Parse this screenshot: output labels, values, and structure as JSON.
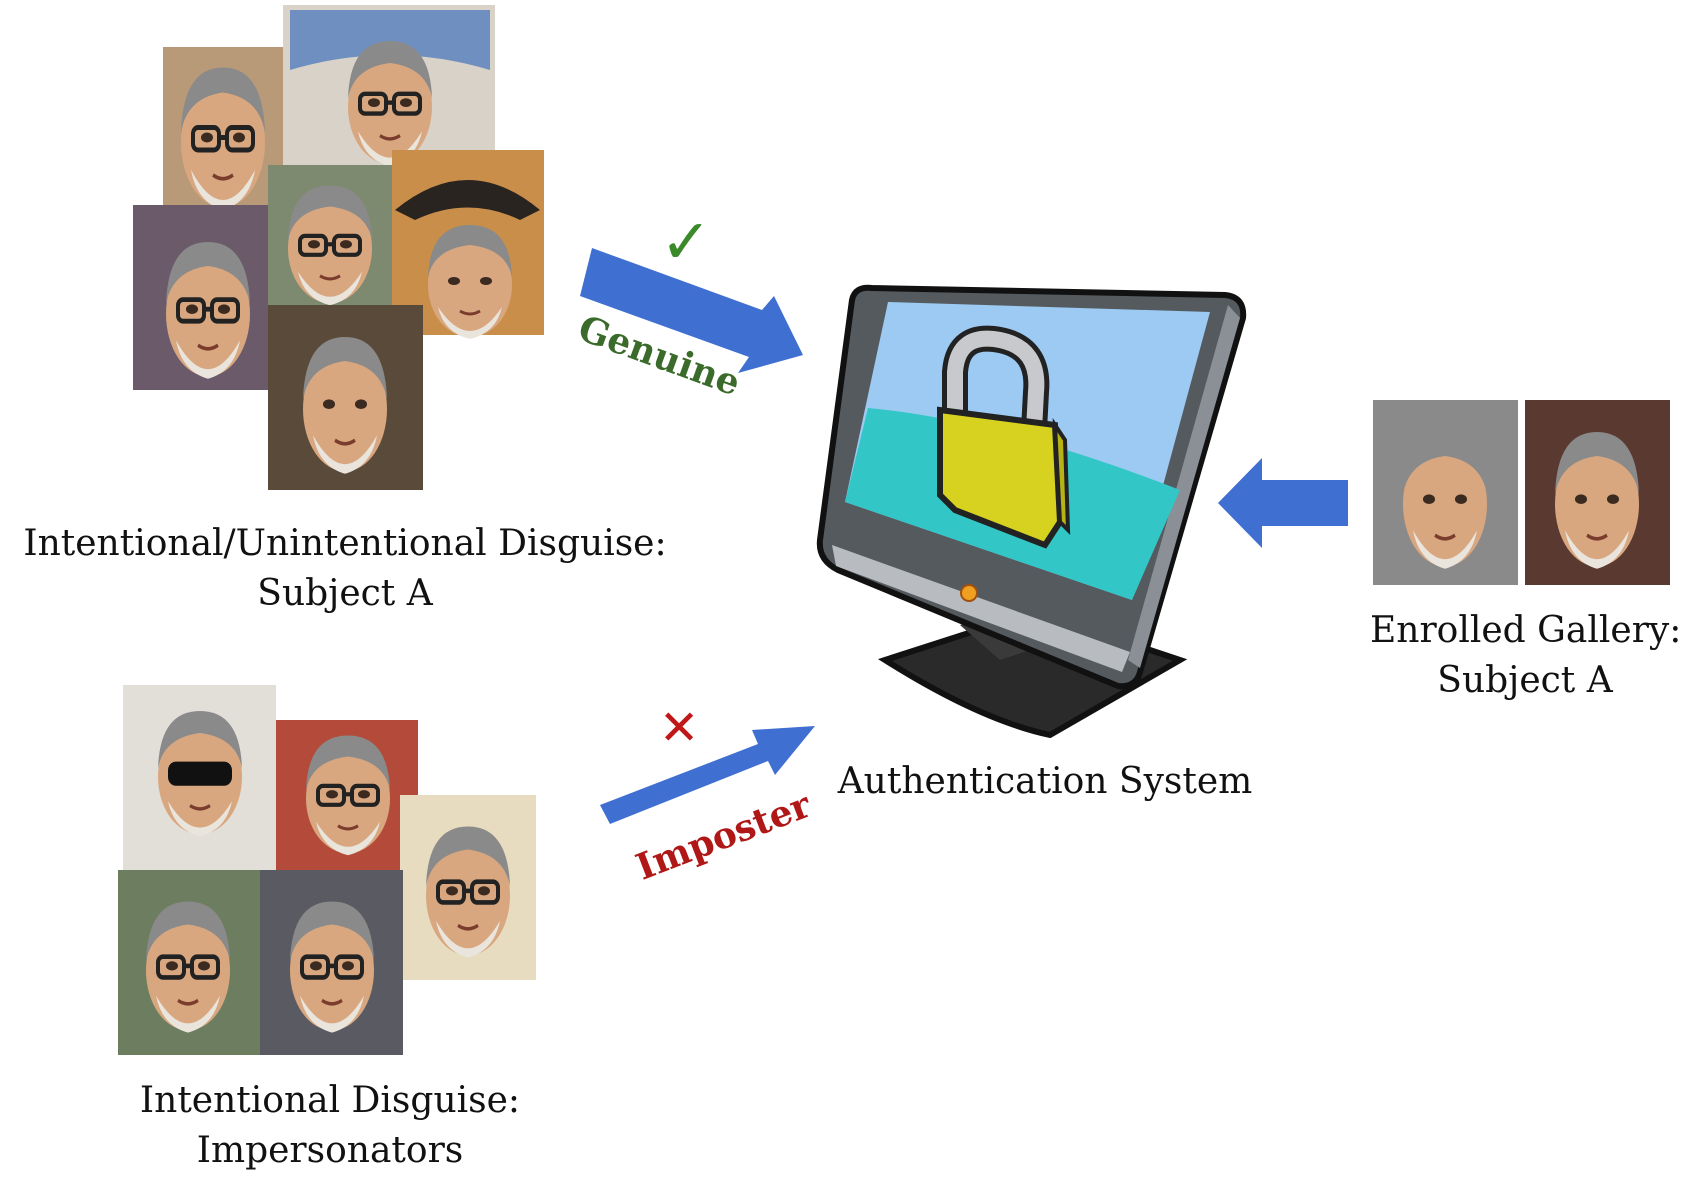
{
  "genuine_group": {
    "caption_line1": "Intentional/Unintentional Disguise:",
    "caption_line2": "Subject A",
    "arrow_label": "Genuine",
    "arrow_mark": "✓"
  },
  "imposter_group": {
    "caption_line1": "Intentional Disguise:",
    "caption_line2": "Impersonators",
    "arrow_label": "Imposter",
    "arrow_mark": "✕"
  },
  "system": {
    "caption": "Authentication System"
  },
  "gallery": {
    "caption_line1": "Enrolled Gallery:",
    "caption_line2": "Subject A"
  },
  "colors": {
    "arrow_blue": "#3f6fd1",
    "genuine_green": "#3a6b2a",
    "imposter_red": "#b01818",
    "screen_sky": "#9ccaf2",
    "screen_sea": "#33c6c6",
    "padlock": "#d6d21f"
  },
  "icons": {
    "check": "check-icon",
    "cross": "cross-icon",
    "lock": "padlock-icon",
    "monitor": "monitor-icon"
  }
}
